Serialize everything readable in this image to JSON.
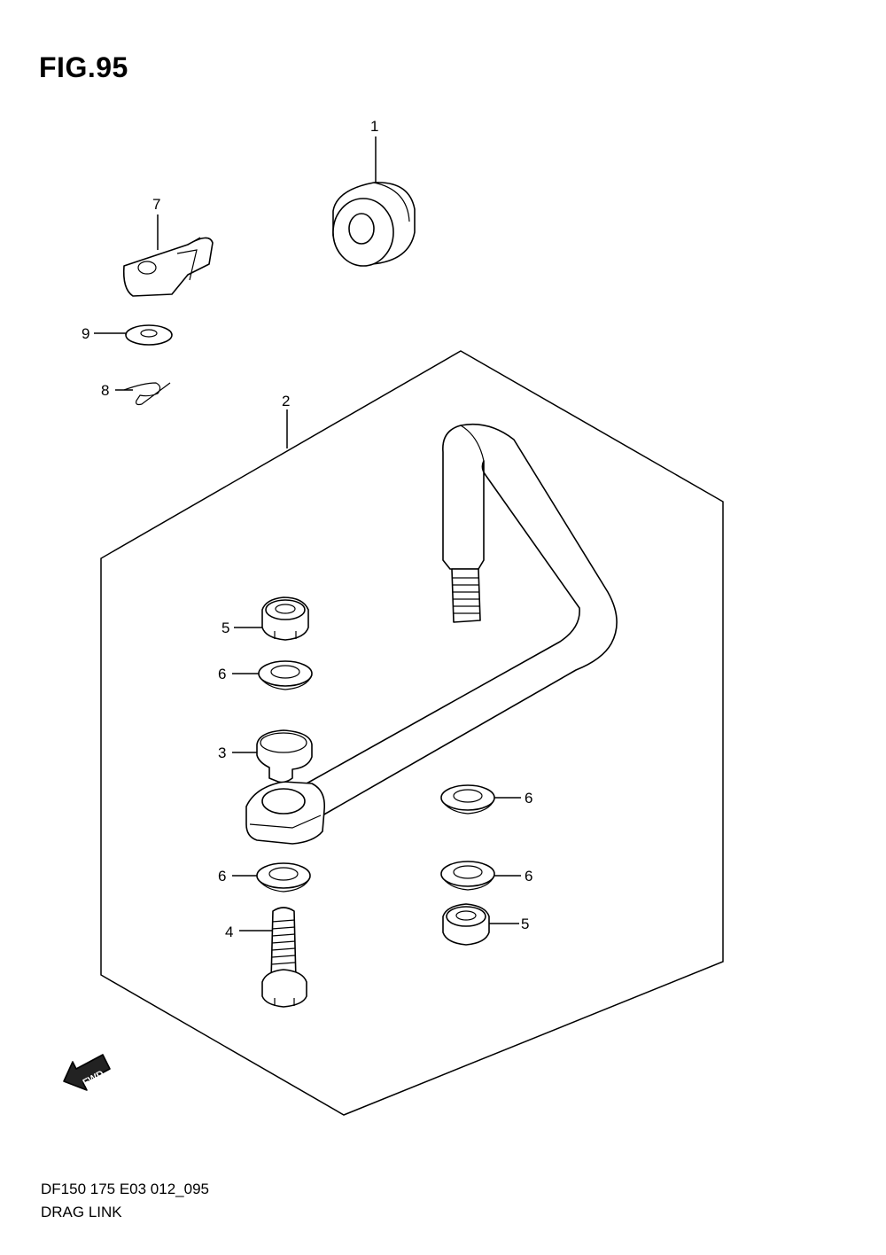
{
  "figure": {
    "title": "FIG.95",
    "code": "DF150 175 E03 012_095",
    "name": "DRAG LINK",
    "fwd_label": "FWD"
  },
  "callouts": [
    {
      "id": "c1",
      "label": "1"
    },
    {
      "id": "c2",
      "label": "2"
    },
    {
      "id": "c3",
      "label": "3"
    },
    {
      "id": "c4",
      "label": "4"
    },
    {
      "id": "c5a",
      "label": "5"
    },
    {
      "id": "c5b",
      "label": "5"
    },
    {
      "id": "c6a",
      "label": "6"
    },
    {
      "id": "c6b",
      "label": "6"
    },
    {
      "id": "c6c",
      "label": "6"
    },
    {
      "id": "c6d",
      "label": "6"
    },
    {
      "id": "c7",
      "label": "7"
    },
    {
      "id": "c8",
      "label": "8"
    },
    {
      "id": "c9",
      "label": "9"
    }
  ]
}
